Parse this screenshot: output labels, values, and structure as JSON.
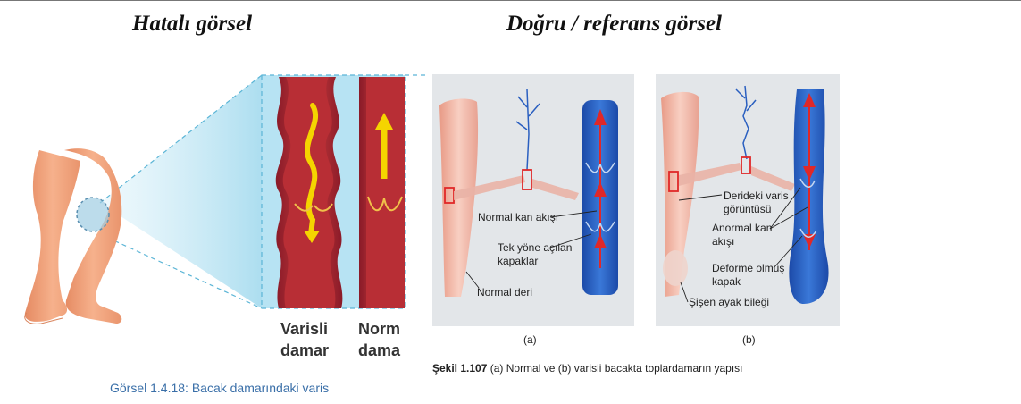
{
  "headings": {
    "left": "Hatalı görsel",
    "right": "Doğru / referans görsel"
  },
  "left_figure": {
    "label_varisli_1": "Varisli",
    "label_varisli_2": "damar",
    "label_normal_1": "Norm",
    "label_normal_2": "dama",
    "caption": "Görsel 1.4.18: Bacak damarındaki varis"
  },
  "right_figure": {
    "panel_a": {
      "normal_kan_akisi": "Normal kan akışı",
      "tek_yone_1": "Tek yöne açılan",
      "tek_yone_2": "kapaklar",
      "normal_deri": "Normal deri",
      "tag": "(a)"
    },
    "panel_b": {
      "deri_varis_1": "Derideki varis",
      "deri_varis_2": "görüntüsü",
      "anormal_1": "Anormal kan",
      "anormal_2": "akışı",
      "deforme_1": "Deforme olmuş",
      "deforme_2": "kapak",
      "sisen": "Şişen ayak bileği",
      "tag": "(b)"
    },
    "caption_bold": "Şekil 1.107",
    "caption_rest": " (a) Normal ve (b) varisli bacakta toplardamarın yapısı"
  },
  "colors": {
    "skin": "#f0a77e",
    "vein_wall": "#9e2130",
    "vein_inner": "#c23a3a",
    "arrow_yellow": "#f5d400",
    "panel_bg": "#e3e6e9",
    "vein_blue": "#2a5fc0",
    "arrow_red": "#e02828",
    "zoom_blue": "#a8dcef"
  }
}
